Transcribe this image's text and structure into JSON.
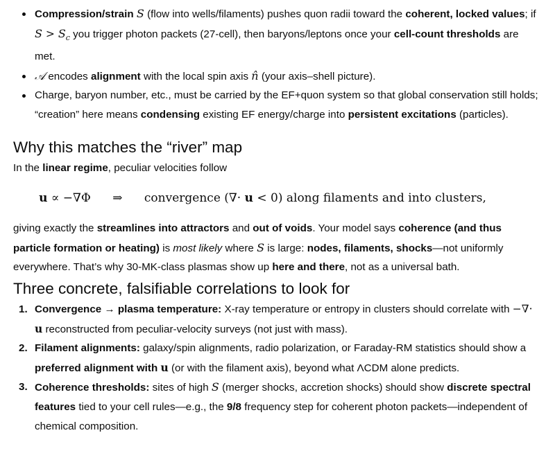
{
  "bullets": [
    {
      "b1": "Compression/strain",
      "s1": "S",
      "t1": " (flow into wells/filaments) pushes quon radii toward the ",
      "b2": "coherent, locked values",
      "t2": "; if ",
      "s2": "S",
      "s3": " > ",
      "s4": "S",
      "s5": "c",
      "t3": " you trigger photon packets (27-cell), then baryons/leptons once your ",
      "b3": "cell-count thresholds",
      "t4": " are met."
    },
    {
      "s1": "𝒜",
      "t1": " encodes ",
      "b1": "alignment",
      "t2": " with the local spin axis ",
      "s2": "n̂",
      "t3": " (your axis–shell picture)."
    },
    {
      "t1": "Charge, baryon number, etc., must be carried by the EF+quon system so that global conservation still holds; “creation” here means ",
      "b1": "condensing",
      "t2": " existing EF energy/charge into ",
      "b2": "persistent excitations",
      "t3": " (particles)."
    }
  ],
  "section_why": {
    "heading": "Why this matches the “river” map",
    "intro_t1": "In the ",
    "intro_b1": "linear regime",
    "intro_t2": ", peculiar velocities follow",
    "equation": {
      "lhs": "u",
      "prop": "∝",
      "rhs": "−∇Φ",
      "implies": "⇒",
      "conv": "convergence (∇· ",
      "u2": "u",
      "cond": " < 0) along filaments and into clusters,"
    },
    "p_t1": "giving exactly the ",
    "p_b1": "streamlines into attractors",
    "p_t2": " and ",
    "p_b2": "out of voids",
    "p_t3": ". Your model says ",
    "p_b3": "coherence (and thus particle formation or heating)",
    "p_t4": " is ",
    "p_i1": "most likely",
    "p_t5": " where ",
    "p_s1": "S",
    "p_t6": " is large: ",
    "p_b4": "nodes, filaments, shocks",
    "p_t7": "—not uniformly everywhere. That’s why 30-MK-class plasmas show up ",
    "p_b5": "here and there",
    "p_t8": ", not as a universal bath."
  },
  "section_three": {
    "heading": "Three concrete, falsifiable correlations to look for",
    "items": [
      {
        "num": "1.",
        "b1": "Convergence → plasma temperature:",
        "t1": " X-ray temperature or entropy in clusters should correlate with ",
        "m1": "−∇· ",
        "m2": "u",
        "t2": " reconstructed from peculiar-velocity surveys (not just with mass)."
      },
      {
        "num": "2.",
        "b1": "Filament alignments:",
        "t1": " galaxy/spin alignments, radio polarization, or Faraday-RM statistics should show a ",
        "b2": "preferred alignment with ",
        "m1": "u",
        "t2": " (or with the filament axis), beyond what ΛCDM alone predicts."
      },
      {
        "num": "3.",
        "b1": "Coherence thresholds:",
        "t1": " sites of high ",
        "s1": "S",
        "t2": " (merger shocks, accretion shocks) should show ",
        "b2": "discrete spectral features",
        "t3": " tied to your cell rules—e.g., the ",
        "b3": "9/8",
        "t4": " frequency step for coherent photon packets—independent of chemical composition."
      }
    ]
  }
}
